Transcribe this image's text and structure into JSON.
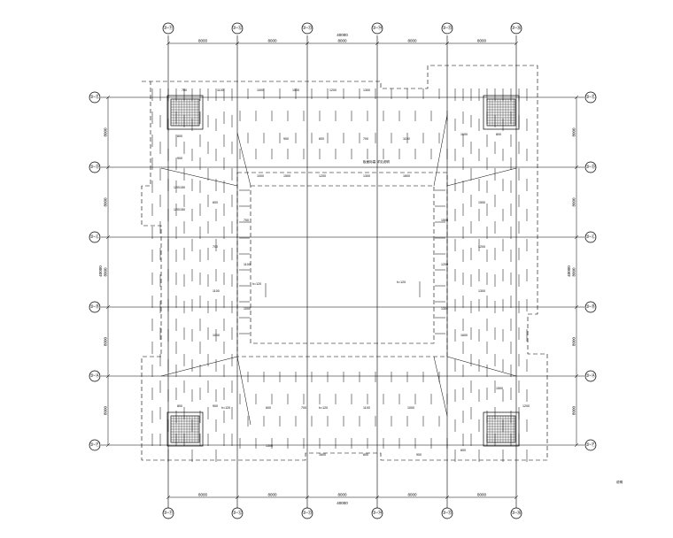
{
  "grid": {
    "columns": [
      "③-⑪",
      "③-⑫",
      "③-⑬",
      "③-⑭",
      "③-⑮",
      "③-⑯"
    ],
    "rows": [
      "③-Ⓔ",
      "③-Ⓓ",
      "③-Ⓒ",
      "③-Ⓑ",
      "③-Ⓐ",
      "③-Ⓕ"
    ]
  },
  "dimensions": {
    "top_total": "40000",
    "top_spans": [
      "8000",
      "8000",
      "8000",
      "8000",
      "8000"
    ],
    "bottom_total": "40000",
    "bottom_spans": [
      "8000",
      "8000",
      "8000",
      "8000",
      "8000"
    ],
    "left_total": "40000",
    "left_spans": [
      "8000",
      "8000",
      "8000",
      "8000",
      "8000"
    ],
    "right_total": "40000",
    "right_spans": [
      "8000",
      "8000",
      "8000",
      "8000",
      "8000"
    ]
  },
  "slab_labels": {
    "center_left": "h=120",
    "center_right": "h=120",
    "top_note": "板面标高 详见说明",
    "left_a": "120/150",
    "left_b": "120/150",
    "bottom_left": "h=120",
    "bottom_mid": "h=120"
  },
  "beam_labels": [
    "700",
    "1100",
    "1000",
    "1500",
    "1200",
    "1300",
    "1600",
    "800",
    "900",
    "600"
  ],
  "title_note": "说明"
}
